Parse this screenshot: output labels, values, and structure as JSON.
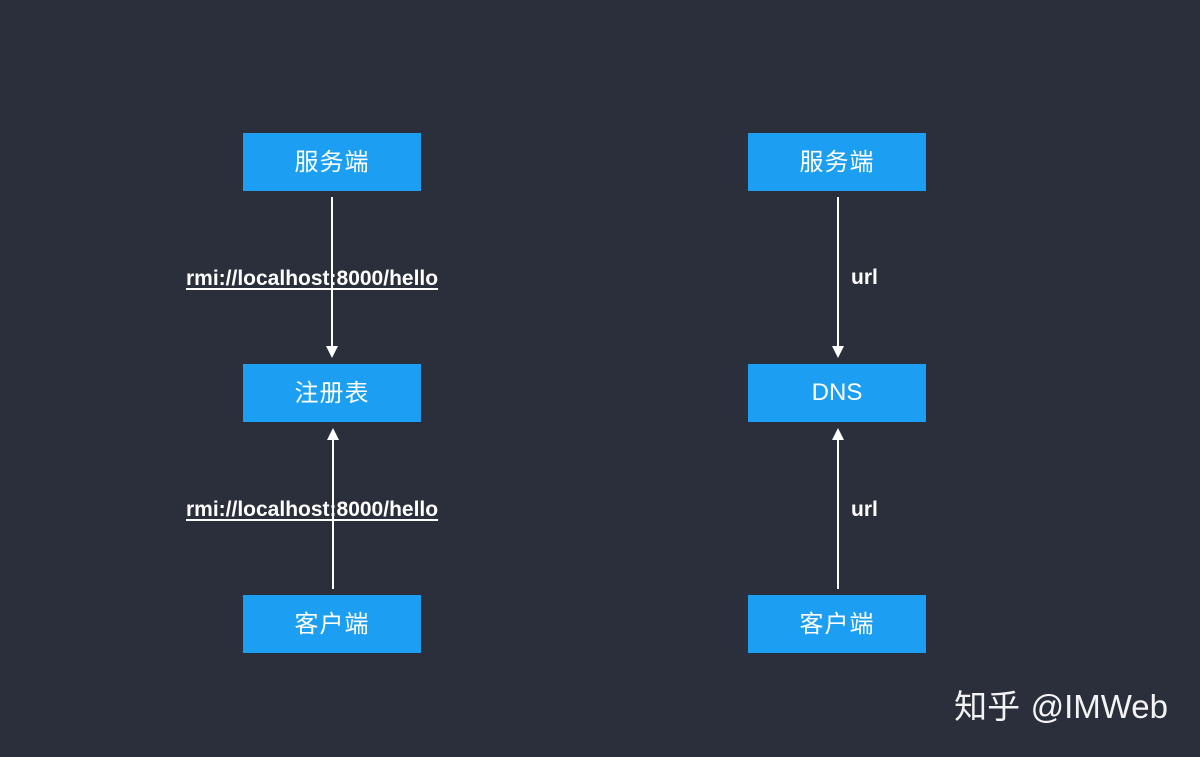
{
  "left_diagram": {
    "top_node": "服务端",
    "middle_node": "注册表",
    "bottom_node": "客户端",
    "upper_edge_label": "rmi://localhost:8000/hello",
    "lower_edge_label": "rmi://localhost:8000/hello"
  },
  "right_diagram": {
    "top_node": "服务端",
    "middle_node": "DNS",
    "bottom_node": "客户端",
    "upper_edge_label": "url",
    "lower_edge_label": "url"
  },
  "watermark": {
    "site": "知乎",
    "handle": "@IMWeb"
  },
  "colors": {
    "background": "#2b2e3b",
    "node_fill": "#1c9ff2",
    "text": "#ffffff",
    "arrow": "#ffffff"
  }
}
